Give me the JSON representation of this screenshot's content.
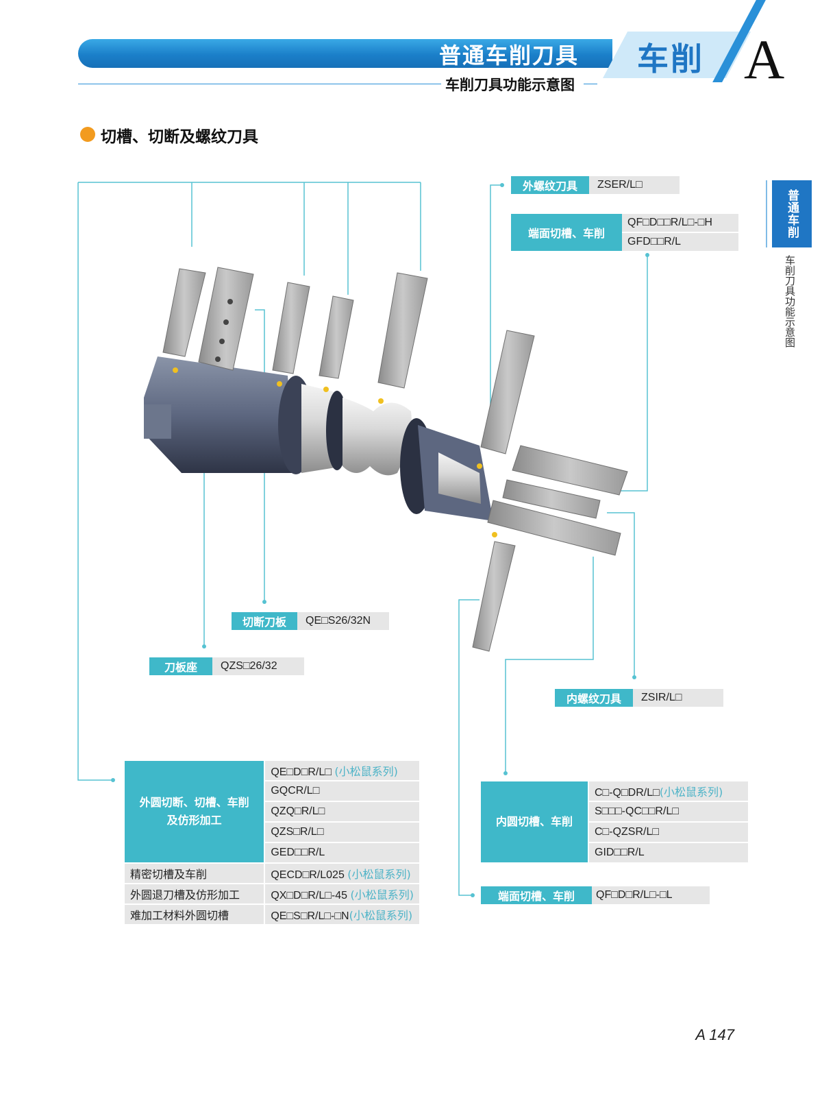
{
  "header": {
    "title": "普通车削刀具",
    "section": "车削",
    "letter": "A",
    "subtitle": "车削刀具功能示意图"
  },
  "side_tab": {
    "label": "普通车削",
    "sub": "车削刀具功能示意图"
  },
  "section": {
    "title": "切槽、切断及螺纹刀具"
  },
  "callouts": {
    "ext_thread": {
      "key": "外螺纹刀具",
      "value": "ZSER/L□"
    },
    "face_groove_top": {
      "key": "端面切槽、车削",
      "values": [
        "QF□D□□R/L□-□H",
        "GFD□□R/L"
      ]
    },
    "cutoff_blade": {
      "key": "切断刀板",
      "value": "QE□S26/32N"
    },
    "blade_holder": {
      "key": "刀板座",
      "value": "QZS□26/32"
    },
    "int_thread": {
      "key": "内螺纹刀具",
      "value": "ZSIR/L□"
    },
    "face_groove_bottom": {
      "key": "端面切槽、车削",
      "value": "QF□D□R/L□-□L"
    }
  },
  "ext_table": {
    "group_label": "外圆切断、切槽、车削及仿形加工",
    "group_rows": [
      {
        "code": "QE□D□R/L□",
        "series": "(小松鼠系列)"
      },
      {
        "code": "GQCR/L□",
        "series": ""
      },
      {
        "code": "QZQ□R/L□",
        "series": ""
      },
      {
        "code": "QZS□R/L□",
        "series": ""
      },
      {
        "code": "GED□□R/L",
        "series": ""
      }
    ],
    "rows": [
      {
        "label": "精密切槽及车削",
        "code": "QECD□R/L025",
        "series": "(小松鼠系列)"
      },
      {
        "label": "外圆退刀槽及仿形加工",
        "code": "QX□D□R/L□-45",
        "series": "(小松鼠系列)"
      },
      {
        "label": "难加工材料外圆切槽",
        "code": "QE□S□R/L□-□N",
        "series": "(小松鼠系列)"
      }
    ]
  },
  "int_table": {
    "label": "内圆切槽、车削",
    "rows": [
      {
        "code": "C□-Q□DR/L□",
        "series": "(小松鼠系列)"
      },
      {
        "code": "S□□□-QC□□R/L□",
        "series": ""
      },
      {
        "code": "C□-QZSR/L□",
        "series": ""
      },
      {
        "code": "GID□□R/L",
        "series": ""
      }
    ]
  },
  "page_number": "A 147",
  "colors": {
    "brand_blue": "#1f76c4",
    "label_teal": "#3fb8c9",
    "cell_gray": "#e6e6e6",
    "accent_orange": "#f29b1f",
    "series_text": "#4db3c7"
  }
}
